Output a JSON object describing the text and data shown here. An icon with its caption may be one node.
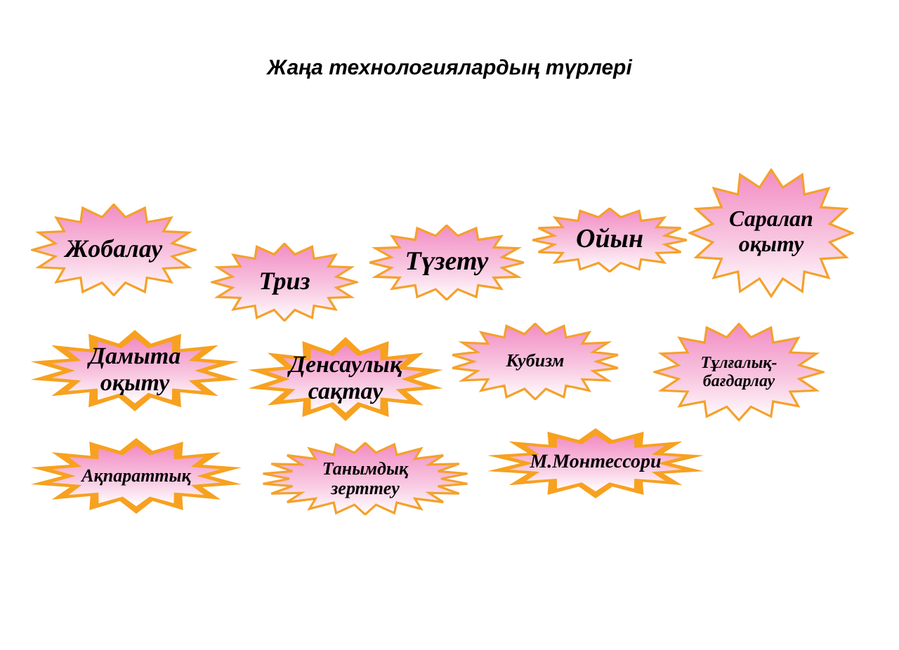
{
  "diagram": {
    "title": "Жаңа технологиялардың түрлері",
    "nodes": [
      {
        "text": [
          "Жобалау"
        ]
      },
      {
        "text": [
          "Триз"
        ]
      },
      {
        "text": [
          "Түзету"
        ]
      },
      {
        "text": [
          "Ойын"
        ]
      },
      {
        "text": [
          "Саралап оқыту"
        ]
      },
      {
        "text": [
          "Дамыта оқыту"
        ]
      },
      {
        "text": [
          "Денсаулық сақтау"
        ]
      },
      {
        "text": [
          "Кубизм"
        ]
      },
      {
        "text": [
          "Тұлғалық-бағдарлау"
        ]
      },
      {
        "text": [
          "Ақпараттық"
        ]
      },
      {
        "text": [
          "Танымдық зерттеу"
        ]
      },
      {
        "text": [
          "М.Монтессори"
        ]
      }
    ]
  }
}
